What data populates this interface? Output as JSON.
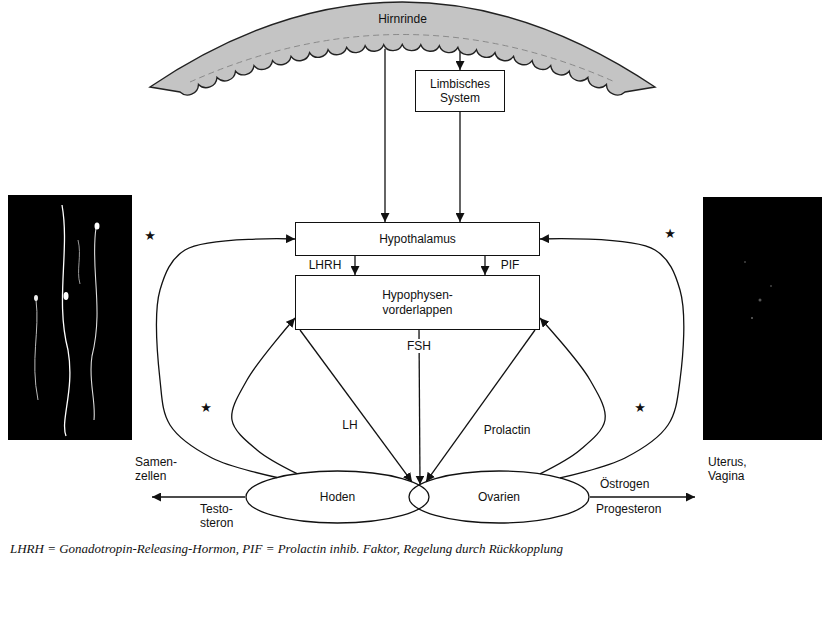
{
  "diagram": {
    "caption": "LHRH = Gonadotropin-Releasing-Hormon, PIF = Prolactin inhib. Faktor, Regelung durch Rückkopplung",
    "nodes": [
      {
        "text": [
          "Hirnrinde"
        ]
      },
      {
        "text": [
          "Limbisches System"
        ]
      },
      {
        "text": [
          "Hypothalamus"
        ]
      },
      {
        "text": [
          "Hypophysen- vorderlappen"
        ]
      },
      {
        "text": [
          "Hoden"
        ]
      },
      {
        "text": [
          "Ovarien"
        ]
      }
    ],
    "edges": [
      {
        "from": 0,
        "to": 2,
        "arrow": "to"
      },
      {
        "from": 0,
        "to": 1,
        "arrow": "to"
      },
      {
        "from": 1,
        "to": 2,
        "arrow": "to"
      },
      {
        "from": 2,
        "to": 3,
        "label": "LHRH",
        "arrow": "to"
      },
      {
        "from": 2,
        "to": 3,
        "label": "PIF",
        "arrow": "to"
      },
      {
        "from": 3,
        "to": 4,
        "label": "LH",
        "arrow": "to"
      },
      {
        "from": 3,
        "to": 5,
        "label": "FSH",
        "arrow": "to"
      },
      {
        "from": 3,
        "to": 5,
        "label": "Prolactin",
        "arrow": "to"
      },
      {
        "from": 4,
        "to": 2,
        "label": "★",
        "arrow": "to"
      },
      {
        "from": 4,
        "to": 3,
        "label": "★",
        "arrow": "to"
      },
      {
        "from": 5,
        "to": 2,
        "label": "★",
        "arrow": "to"
      },
      {
        "from": 5,
        "to": 3,
        "label": "★",
        "arrow": "to"
      }
    ],
    "labels": [
      "Samen- zellen",
      "Testo- steron",
      "Östrogen",
      "Progesteron",
      "Uterus, Vagina"
    ]
  }
}
